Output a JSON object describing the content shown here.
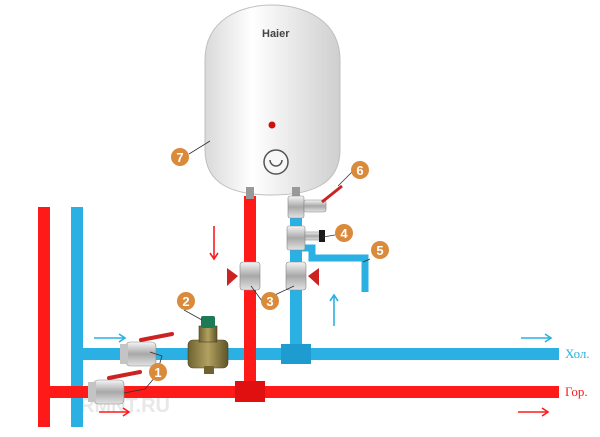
{
  "brand": "Haier",
  "watermark": "RMNT.RU",
  "labels": {
    "cold": "Хол.",
    "hot": "Гор."
  },
  "markers": [
    "1",
    "2",
    "3",
    "4",
    "5",
    "6",
    "7"
  ],
  "colors": {
    "hot_pipe": "#ff1a1a",
    "cold_pipe": "#2ab0e3",
    "marker": "#d98a3a",
    "valve_handle": "#cc2222",
    "brass": "#8a7a3a"
  }
}
